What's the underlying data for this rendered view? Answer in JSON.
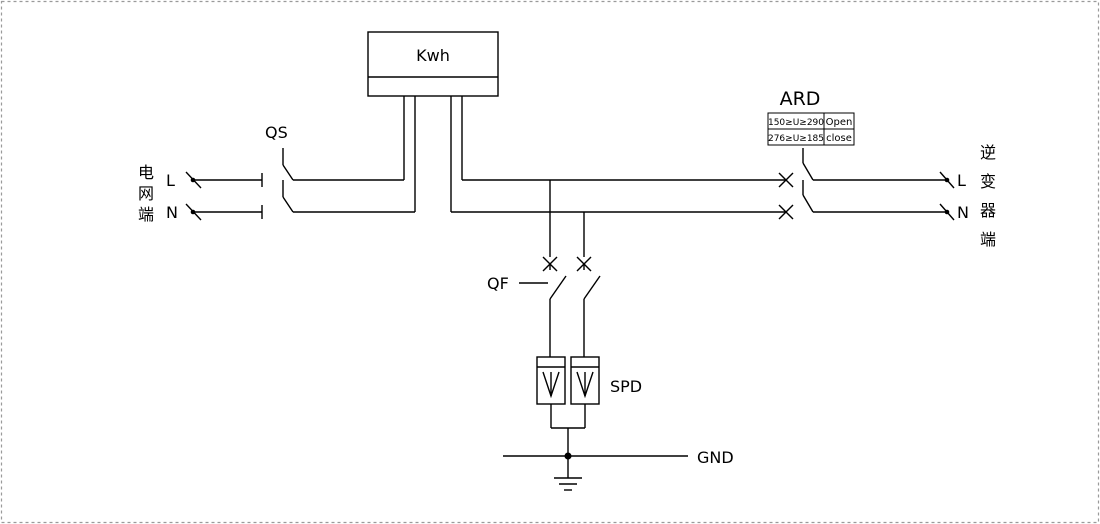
{
  "meter": {
    "label": "Kwh"
  },
  "ard": {
    "label": "ARD",
    "rows": [
      {
        "condition": "150≥U≥290",
        "action": "Open"
      },
      {
        "condition": "276≥U≥185",
        "action": "close"
      }
    ]
  },
  "switches": {
    "qs": "QS",
    "qf": "QF"
  },
  "spd": {
    "label": "SPD"
  },
  "ground": {
    "label": "GND"
  },
  "grid_side": {
    "chars": [
      "电",
      "网",
      "端"
    ],
    "L": "L",
    "N": "N"
  },
  "inverter_side": {
    "chars": [
      "逆",
      "变",
      "器",
      "端"
    ],
    "L": "L",
    "N": "N"
  },
  "colors": {
    "wire": "#000000",
    "frame": "#9a9a9a",
    "background": "#ffffff"
  }
}
